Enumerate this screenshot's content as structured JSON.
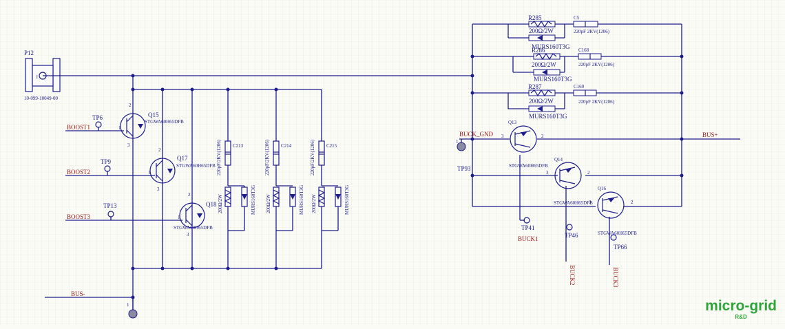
{
  "connector": {
    "ref": "P12",
    "part": "10-099-10049-00",
    "pin": "1"
  },
  "nets": {
    "boost1": "BOOST1",
    "boost2": "BOOST2",
    "boost3": "BOOST3",
    "bus_minus": "BUS-",
    "bus_plus": "BUS+",
    "buck_gnd": "BUCK_GND",
    "buck1": "BUCK1",
    "buck2": "BUCK2",
    "buck3": "BUCK3"
  },
  "testpoints": {
    "tp6": "TP6",
    "tp9": "TP9",
    "tp13": "TP13",
    "tp93": "TP93",
    "tp41": "TP41",
    "tp46": "TP46",
    "tp66": "TP66"
  },
  "transistors": {
    "q15": "Q15",
    "q17": "Q17",
    "q18": "Q18",
    "q13": "Q13",
    "q14": "Q14",
    "q16": "Q16",
    "part": "STGWA60H65DFB"
  },
  "snubbers_left": {
    "c213": "C213",
    "c214": "C214",
    "c215": "C215",
    "cap_value": "220pF/2KV(1206)",
    "res_value": "200Ω/2W",
    "diode_part": "MURS160T3G"
  },
  "snubbers_right": {
    "r285": "R285",
    "r286": "R286",
    "r287": "R287",
    "c5": "C5",
    "c168": "C168",
    "c169": "C169",
    "res_value": "200Ω/2W",
    "cap_value": "220pF 2KV(1206)",
    "diode_part": "MURS160T3G"
  },
  "pins": {
    "one": "1",
    "two": "2",
    "three": "3"
  },
  "logo": {
    "main": "micro-grid",
    "sub": "R&D"
  }
}
